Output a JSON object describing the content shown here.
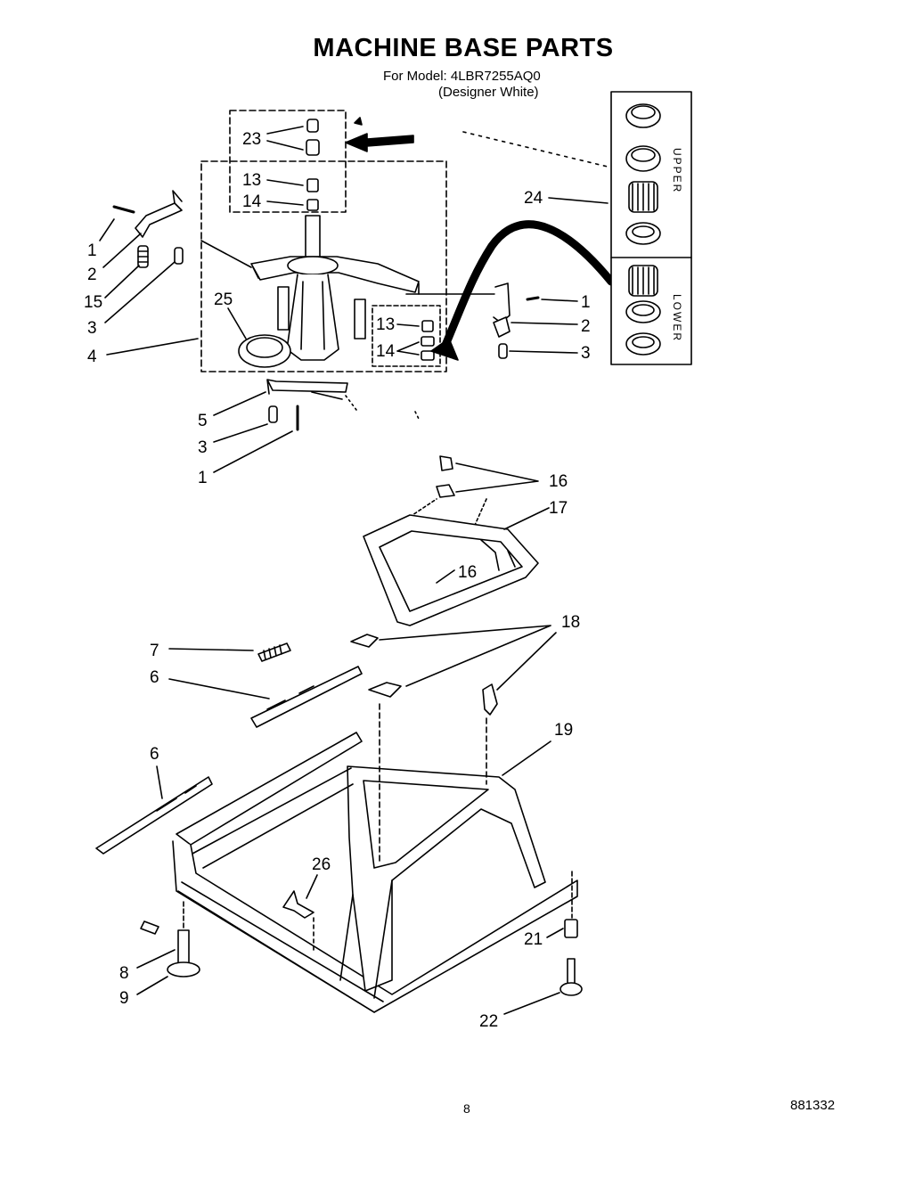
{
  "header": {
    "title": "MACHINE BASE PARTS",
    "model_line": "For Model: 4LBR7255AQ0",
    "model_color": "(Designer White)"
  },
  "kit_panel": {
    "upper_label": "UPPER",
    "lower_label": "LOWER"
  },
  "callouts": {
    "c1a": "1",
    "c2a": "2",
    "c15": "15",
    "c3a": "3",
    "c4": "4",
    "c23": "23",
    "c13a": "13",
    "c14a": "14",
    "c24": "24",
    "c25": "25",
    "c1b": "1",
    "c2b": "2",
    "c3b": "3",
    "c13b": "13",
    "c14b": "14",
    "c5": "5",
    "c3c": "3",
    "c1c": "1",
    "c16a": "16",
    "c17": "17",
    "c16b": "16",
    "c18": "18",
    "c7": "7",
    "c6a": "6",
    "c6b": "6",
    "c19": "19",
    "c26": "26",
    "c8": "8",
    "c9": "9",
    "c21": "21",
    "c22": "22"
  },
  "footer": {
    "page_number": "8",
    "document_number": "881332"
  }
}
